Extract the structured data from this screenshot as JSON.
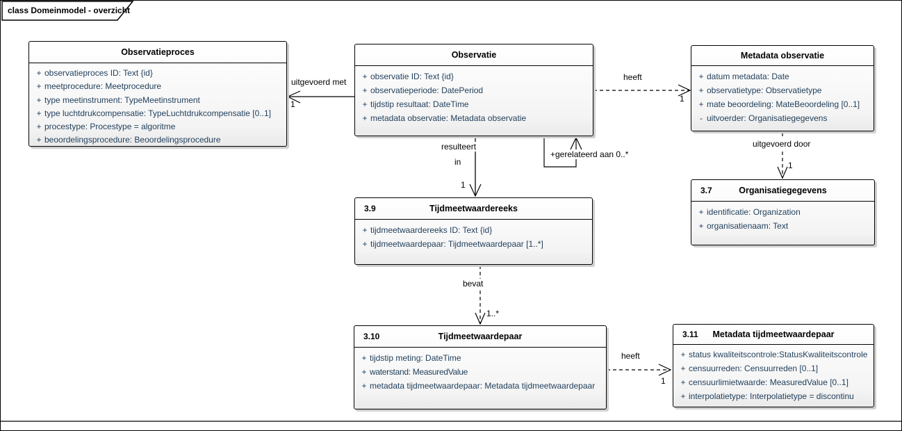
{
  "frame": {
    "tab_title": "class Domeinmodel - overzicht"
  },
  "classes": [
    {
      "number": "",
      "title": "Observatieproces",
      "attributes": [
        {
          "vis": "+",
          "text": "observatieproces ID: Text {id}"
        },
        {
          "vis": "+",
          "text": "meetprocedure: Meetprocedure"
        },
        {
          "vis": "+",
          "text": "type meetinstrument: TypeMeetinstrument"
        },
        {
          "vis": "+",
          "text": "type luchtdrukcompensatie: TypeLuchtdrukcompensatie [0..1]"
        },
        {
          "vis": "+",
          "text": "procestype: Procestype = algoritme"
        },
        {
          "vis": "+",
          "text": "beoordelingsprocedure: Beoordelingsprocedure"
        }
      ]
    },
    {
      "number": "",
      "title": "Observatie",
      "attributes": [
        {
          "vis": "+",
          "text": "observatie ID: Text {id}"
        },
        {
          "vis": "+",
          "text": "observatieperiode: DatePeriod"
        },
        {
          "vis": "+",
          "text": "tijdstip resultaat: DateTime"
        },
        {
          "vis": "+",
          "text": "metadata observatie: Metadata observatie"
        }
      ]
    },
    {
      "number": "",
      "title": "Metadata observatie",
      "attributes": [
        {
          "vis": "+",
          "text": "datum metadata: Date"
        },
        {
          "vis": "+",
          "text": "observatietype: Observatietype"
        },
        {
          "vis": "+",
          "text": "mate beoordeling: MateBeoordeling [0..1]"
        },
        {
          "vis": "-",
          "text": "uitvoerder: Organisatiegegevens"
        }
      ]
    },
    {
      "number": "3.7",
      "title": "Organisatiegegevens",
      "attributes": [
        {
          "vis": "+",
          "text": "identificatie: Organization"
        },
        {
          "vis": "+",
          "text": "organisatienaam: Text"
        }
      ]
    },
    {
      "number": "3.9",
      "title": "Tijdmeetwaardereeks",
      "attributes": [
        {
          "vis": "+",
          "text": "tijdmeetwaardereeks ID: Text {id}"
        },
        {
          "vis": "+",
          "text": "tijdmeetwaardepaar: Tijdmeetwaardepaar [1..*]"
        }
      ]
    },
    {
      "number": "3.10",
      "title": "Tijdmeetwaardepaar",
      "attributes": [
        {
          "vis": "+",
          "text": "tijdstip meting: DateTime"
        },
        {
          "vis": "+",
          "text": "waterstand: MeasuredValue"
        },
        {
          "vis": "+",
          "text": "metadata tijdmeetwaardepaar: Metadata tijdmeetwaardepaar"
        }
      ]
    },
    {
      "number": "3.11",
      "title": "Metadata tijdmeetwaardepaar",
      "attributes": [
        {
          "vis": "+",
          "text": "status kwaliteitscontrole:StatusKwaliteitscontrole"
        },
        {
          "vis": "+",
          "text": "censuurreden: Censuurreden [0..1]"
        },
        {
          "vis": "+",
          "text": "censuurlimietwaarde: MeasuredValue [0..1]"
        },
        {
          "vis": "+",
          "text": "interpolatietype: Interpolatietype = discontinu"
        }
      ]
    }
  ],
  "connectors": {
    "uitgevoerd_met": {
      "label": "uitgevoerd met",
      "mult": "1"
    },
    "heeft_metadata_observatie": {
      "label": "heeft",
      "mult": "1"
    },
    "resulteert_in": {
      "label_line1": "resulteert",
      "label_line2": "in",
      "mult": "1"
    },
    "gerelateerd_aan": {
      "label": "+gerelateerd aan 0..*"
    },
    "uitgevoerd_door": {
      "label": "uitgevoerd door",
      "mult": "1"
    },
    "bevat": {
      "label": "bevat",
      "mult": "1..*"
    },
    "heeft_metadata_tijdmeetwaardepaar": {
      "label": "heeft",
      "mult": "1"
    }
  },
  "colors": {
    "attribute_text": "#1f3d5a",
    "box_border": "#000000",
    "box_shadow": "#cfcfcf",
    "background": "#ffffff"
  }
}
